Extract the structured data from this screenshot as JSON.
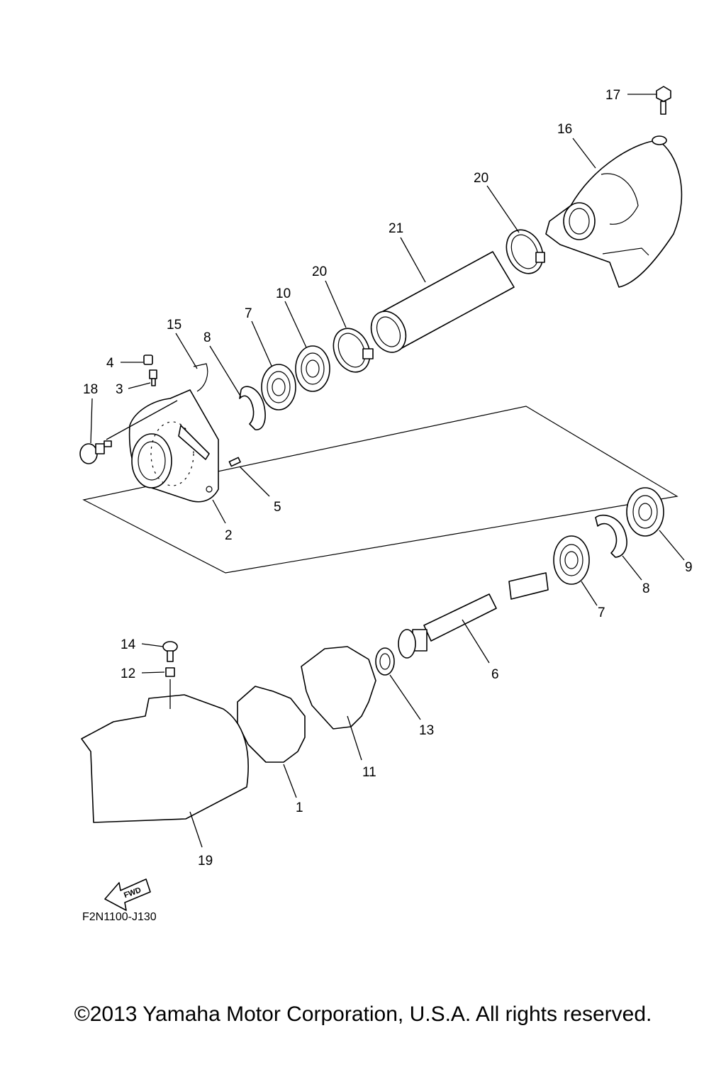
{
  "diagram": {
    "ref_code": "F2N1100-J130",
    "fwd_label": "FWD",
    "callouts": [
      "1",
      "2",
      "3",
      "4",
      "5",
      "6",
      "7",
      "7",
      "8",
      "8",
      "9",
      "10",
      "11",
      "12",
      "13",
      "14",
      "15",
      "16",
      "17",
      "18",
      "19",
      "20",
      "20",
      "21"
    ]
  },
  "footer": {
    "copyright": "©2013 Yamaha Motor Corporation, U.S.A. All rights reserved."
  }
}
